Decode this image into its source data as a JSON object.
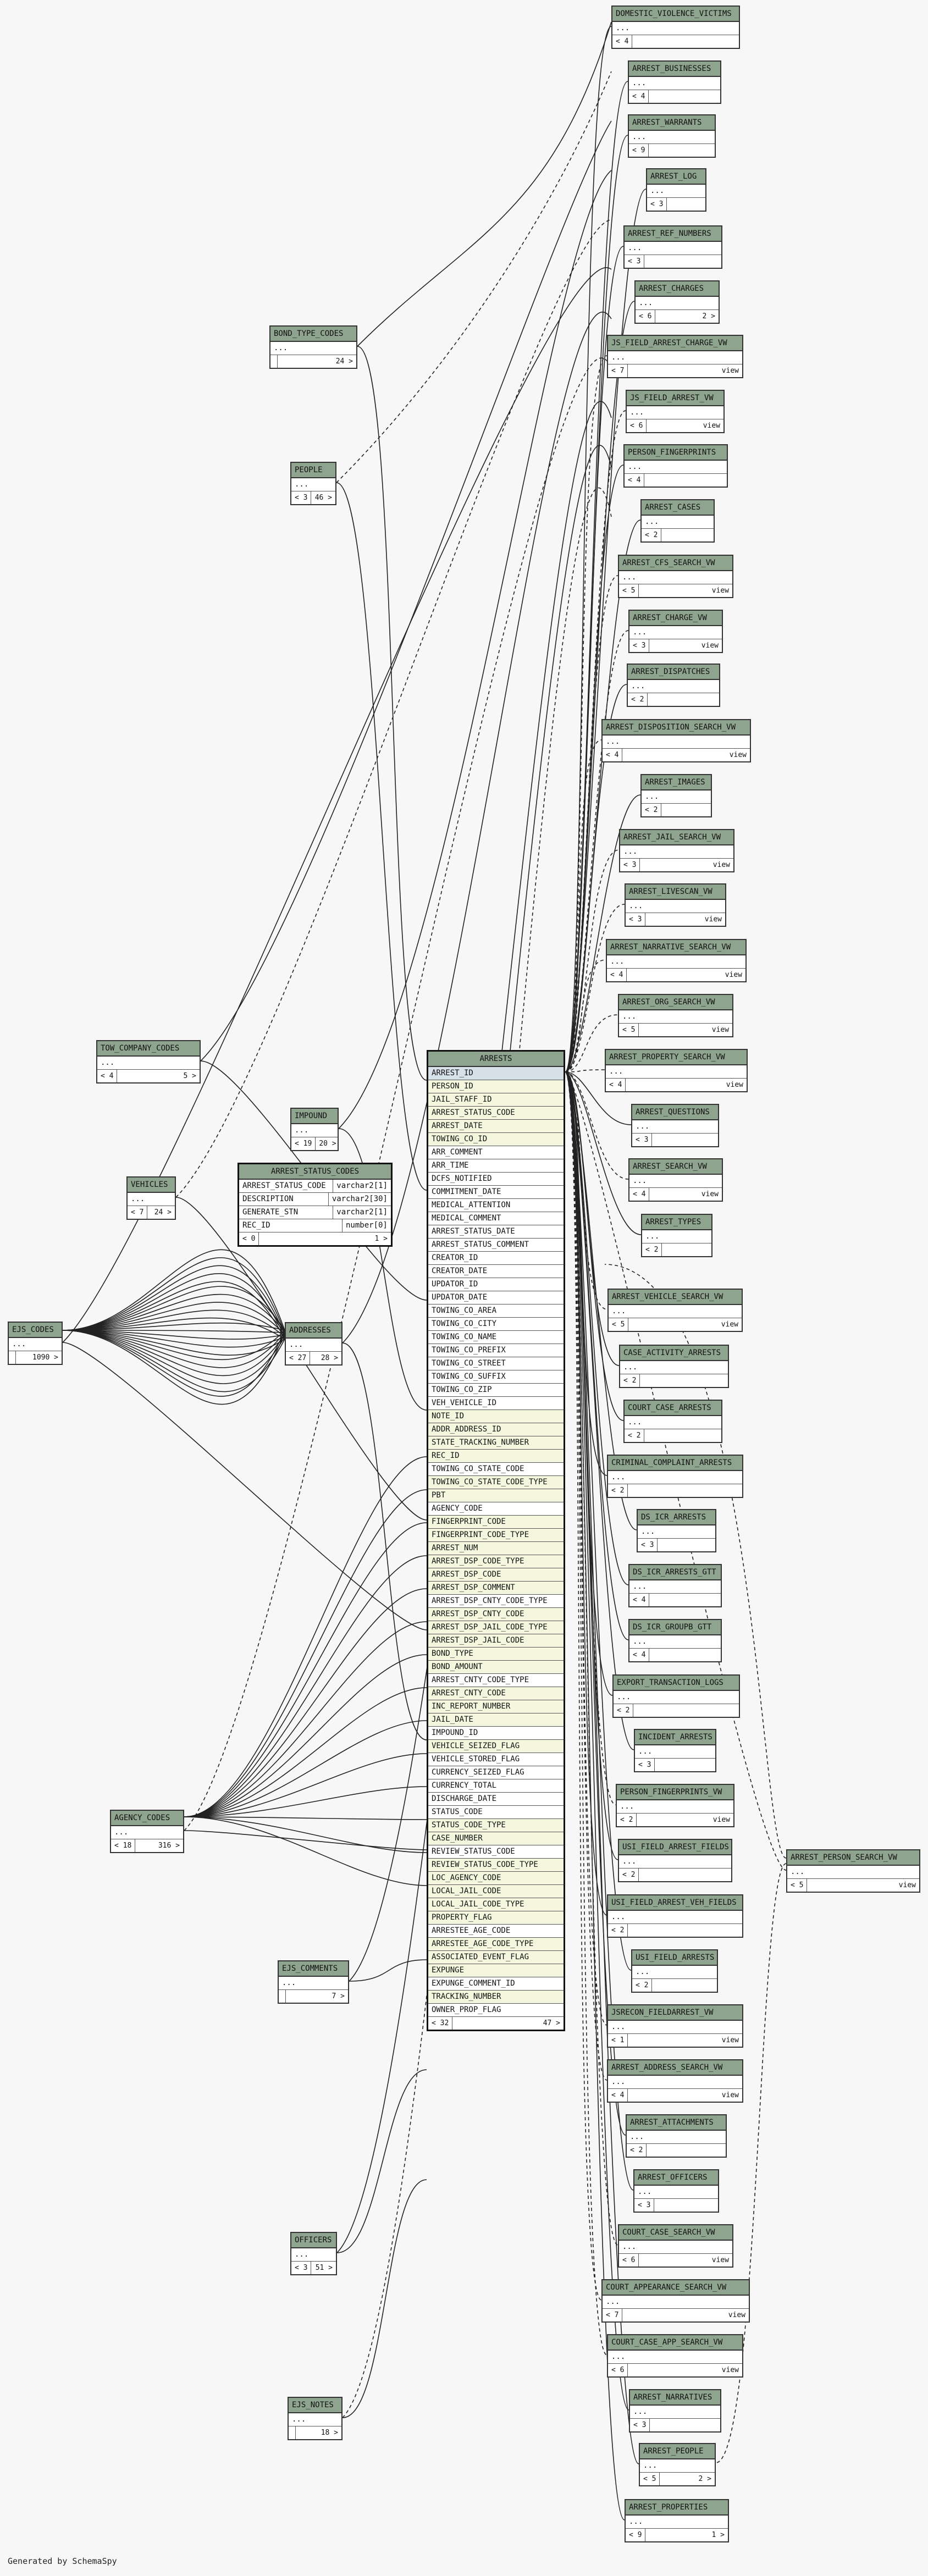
{
  "footer_text": "Generated by SchemaSpy",
  "arrests": {
    "name": "ARRESTS",
    "columns": [
      "ARREST_ID",
      "PERSON_ID",
      "JAIL_STAFF_ID",
      "ARREST_STATUS_CODE",
      "ARREST_DATE",
      "TOWING_CO_ID",
      "ARR_COMMENT",
      "ARR_TIME",
      "DCFS_NOTIFIED",
      "COMMITMENT_DATE",
      "MEDICAL_ATTENTION",
      "MEDICAL_COMMENT",
      "ARREST_STATUS_DATE",
      "ARREST_STATUS_COMMENT",
      "CREATOR_ID",
      "CREATOR_DATE",
      "UPDATOR_ID",
      "UPDATOR_DATE",
      "TOWING_CO_AREA",
      "TOWING_CO_CITY",
      "TOWING_CO_NAME",
      "TOWING_CO_PREFIX",
      "TOWING_CO_STREET",
      "TOWING_CO_SUFFIX",
      "TOWING_CO_ZIP",
      "VEH_VEHICLE_ID",
      "NOTE_ID",
      "ADDR_ADDRESS_ID",
      "STATE_TRACKING_NUMBER",
      "REC_ID",
      "TOWING_CO_STATE_CODE",
      "TOWING_CO_STATE_CODE_TYPE",
      "PBT",
      "AGENCY_CODE",
      "FINGERPRINT_CODE",
      "FINGERPRINT_CODE_TYPE",
      "ARREST_NUM",
      "ARREST_DSP_CODE_TYPE",
      "ARREST_DSP_CODE",
      "ARREST_DSP_COMMENT",
      "ARREST_DSP_CNTY_CODE_TYPE",
      "ARREST_DSP_CNTY_CODE",
      "ARREST_DSP_JAIL_CODE_TYPE",
      "ARREST_DSP_JAIL_CODE",
      "BOND_TYPE",
      "BOND_AMOUNT",
      "ARREST_CNTY_CODE_TYPE",
      "ARREST_CNTY_CODE",
      "INC_REPORT_NUMBER",
      "JAIL_DATE",
      "IMPOUND_ID",
      "VEHICLE_SEIZED_FLAG",
      "VEHICLE_STORED_FLAG",
      "CURRENCY_SEIZED_FLAG",
      "CURRENCY_TOTAL",
      "DISCHARGE_DATE",
      "STATUS_CODE",
      "STATUS_CODE_TYPE",
      "CASE_NUMBER",
      "REVIEW_STATUS_CODE",
      "REVIEW_STATUS_CODE_TYPE",
      "LOC_AGENCY_CODE",
      "LOCAL_JAIL_CODE",
      "LOCAL_JAIL_CODE_TYPE",
      "PROPERTY_FLAG",
      "ARRESTEE_AGE_CODE",
      "ARRESTEE_AGE_CODE_TYPE",
      "ASSOCIATED_EVENT_FLAG",
      "EXPUNGE",
      "EXPUNGE_COMMENT_ID",
      "TRACKING_NUMBER",
      "OWNER_PROP_FLAG"
    ],
    "key_columns": [
      1,
      2,
      3,
      4,
      5,
      26,
      27,
      28,
      29,
      31,
      32,
      34,
      35,
      36,
      37,
      38,
      39,
      41,
      42,
      43,
      44,
      45,
      47,
      48,
      49,
      51,
      57,
      58,
      60,
      61,
      62,
      63,
      64,
      66,
      67,
      68,
      70
    ],
    "footer": [
      "< 32",
      "47 >"
    ]
  },
  "arrest_status_codes": {
    "name": "ARREST_STATUS_CODES",
    "rows": [
      [
        "ARREST_STATUS_CODE",
        "varchar2[1]"
      ],
      [
        "DESCRIPTION",
        "varchar2[30]"
      ],
      [
        "GENERATE_STN",
        "varchar2[1]"
      ],
      [
        "REC_ID",
        "number[0]"
      ]
    ],
    "footer": [
      "< 0",
      "1 >"
    ]
  },
  "tables": [
    {
      "name": "DOMESTIC_VIOLENCE_VICTIMS",
      "footer": [
        "< 4",
        ""
      ]
    },
    {
      "name": "ARREST_BUSINESSES",
      "footer": [
        "< 4",
        ""
      ]
    },
    {
      "name": "ARREST_WARRANTS",
      "footer": [
        "< 9",
        ""
      ]
    },
    {
      "name": "ARREST_LOG",
      "footer": [
        "< 3",
        ""
      ]
    },
    {
      "name": "ARREST_REF_NUMBERS",
      "footer": [
        "< 3",
        ""
      ]
    },
    {
      "name": "ARREST_CHARGES",
      "footer": [
        "< 6",
        "2 >"
      ]
    },
    {
      "name": "JS_FIELD_ARREST_CHARGE_VW",
      "footer": [
        "< 7",
        "view"
      ]
    },
    {
      "name": "JS_FIELD_ARREST_VW",
      "footer": [
        "< 6",
        "view"
      ]
    },
    {
      "name": "PERSON_FINGERPRINTS",
      "footer": [
        "< 4",
        ""
      ]
    },
    {
      "name": "ARREST_CASES",
      "footer": [
        "< 2",
        ""
      ]
    },
    {
      "name": "ARREST_CFS_SEARCH_VW",
      "footer": [
        "< 5",
        "view"
      ]
    },
    {
      "name": "ARREST_CHARGE_VW",
      "footer": [
        "< 3",
        "view"
      ]
    },
    {
      "name": "ARREST_DISPATCHES",
      "footer": [
        "< 2",
        ""
      ]
    },
    {
      "name": "ARREST_DISPOSITION_SEARCH_VW",
      "footer": [
        "< 4",
        "view"
      ]
    },
    {
      "name": "ARREST_IMAGES",
      "footer": [
        "< 2",
        ""
      ]
    },
    {
      "name": "ARREST_JAIL_SEARCH_VW",
      "footer": [
        "< 3",
        "view"
      ]
    },
    {
      "name": "ARREST_LIVESCAN_VW",
      "footer": [
        "< 3",
        "view"
      ]
    },
    {
      "name": "ARREST_NARRATIVE_SEARCH_VW",
      "footer": [
        "< 4",
        "view"
      ]
    },
    {
      "name": "ARREST_ORG_SEARCH_VW",
      "footer": [
        "< 5",
        "view"
      ]
    },
    {
      "name": "ARREST_PROPERTY_SEARCH_VW",
      "footer": [
        "< 4",
        "view"
      ]
    },
    {
      "name": "ARREST_QUESTIONS",
      "footer": [
        "< 3",
        ""
      ]
    },
    {
      "name": "ARREST_SEARCH_VW",
      "footer": [
        "< 4",
        "view"
      ]
    },
    {
      "name": "ARREST_TYPES",
      "footer": [
        "< 2",
        ""
      ]
    },
    {
      "name": "ARREST_VEHICLE_SEARCH_VW",
      "footer": [
        "< 5",
        "view"
      ]
    },
    {
      "name": "CASE_ACTIVITY_ARRESTS",
      "footer": [
        "< 2",
        ""
      ]
    },
    {
      "name": "COURT_CASE_ARRESTS",
      "footer": [
        "< 2",
        ""
      ]
    },
    {
      "name": "CRIMINAL_COMPLAINT_ARRESTS",
      "footer": [
        "< 2",
        ""
      ]
    },
    {
      "name": "DS_ICR_ARRESTS",
      "footer": [
        "< 3",
        ""
      ]
    },
    {
      "name": "DS_ICR_ARRESTS_GTT",
      "footer": [
        "< 4",
        ""
      ]
    },
    {
      "name": "DS_ICR_GROUPB_GTT",
      "footer": [
        "< 4",
        ""
      ]
    },
    {
      "name": "EXPORT_TRANSACTION_LOGS",
      "footer": [
        "< 2",
        ""
      ]
    },
    {
      "name": "INCIDENT_ARRESTS",
      "footer": [
        "< 3",
        ""
      ]
    },
    {
      "name": "PERSON_FINGERPRINTS_VW",
      "footer": [
        "< 2",
        "view"
      ]
    },
    {
      "name": "USI_FIELD_ARREST_FIELDS",
      "footer": [
        "< 2",
        ""
      ]
    },
    {
      "name": "USI_FIELD_ARREST_VEH_FIELDS",
      "footer": [
        "< 2",
        ""
      ]
    },
    {
      "name": "USI_FIELD_ARRESTS",
      "footer": [
        "< 2",
        ""
      ]
    },
    {
      "name": "JSRECON_FIELDARREST_VW",
      "footer": [
        "< 1",
        "view"
      ]
    },
    {
      "name": "ARREST_ADDRESS_SEARCH_VW",
      "footer": [
        "< 4",
        "view"
      ]
    },
    {
      "name": "ARREST_ATTACHMENTS",
      "footer": [
        "< 2",
        ""
      ]
    },
    {
      "name": "ARREST_OFFICERS",
      "footer": [
        "< 3",
        ""
      ]
    },
    {
      "name": "COURT_CASE_SEARCH_VW",
      "footer": [
        "< 6",
        "view"
      ]
    },
    {
      "name": "COURT_APPEARANCE_SEARCH_VW",
      "footer": [
        "< 7",
        "view"
      ]
    },
    {
      "name": "COURT_CASE_APP_SEARCH_VW",
      "footer": [
        "< 6",
        "view"
      ]
    },
    {
      "name": "ARREST_NARRATIVES",
      "footer": [
        "< 3",
        ""
      ]
    },
    {
      "name": "ARREST_PEOPLE",
      "footer": [
        "< 5",
        "2 >"
      ]
    },
    {
      "name": "ARREST_PROPERTIES",
      "footer": [
        "< 9",
        "1 >"
      ]
    },
    {
      "name": "ARREST_PERSON_SEARCH_VW",
      "footer": [
        "< 5",
        "view"
      ]
    },
    {
      "name": "BOND_TYPE_CODES",
      "footer": [
        "",
        "24 >"
      ]
    },
    {
      "name": "PEOPLE",
      "footer": [
        "< 3",
        "46 >"
      ]
    },
    {
      "name": "TOW_COMPANY_CODES",
      "footer": [
        "< 4",
        "5 >"
      ]
    },
    {
      "name": "IMPOUND",
      "footer": [
        "< 19",
        "20 >"
      ]
    },
    {
      "name": "VEHICLES",
      "footer": [
        "< 7",
        "24 >"
      ]
    },
    {
      "name": "EJS_CODES",
      "footer": [
        "",
        "1090 >"
      ]
    },
    {
      "name": "ADDRESSES",
      "footer": [
        "< 27",
        "28 >"
      ]
    },
    {
      "name": "AGENCY_CODES",
      "footer": [
        "< 18",
        "316 >"
      ]
    },
    {
      "name": "EJS_COMMENTS",
      "footer": [
        "",
        "7 >"
      ]
    },
    {
      "name": "OFFICERS",
      "footer": [
        "< 3",
        "51 >"
      ]
    },
    {
      "name": "EJS_NOTES",
      "footer": [
        "",
        "18 >"
      ]
    }
  ],
  "ellipsis": "..."
}
